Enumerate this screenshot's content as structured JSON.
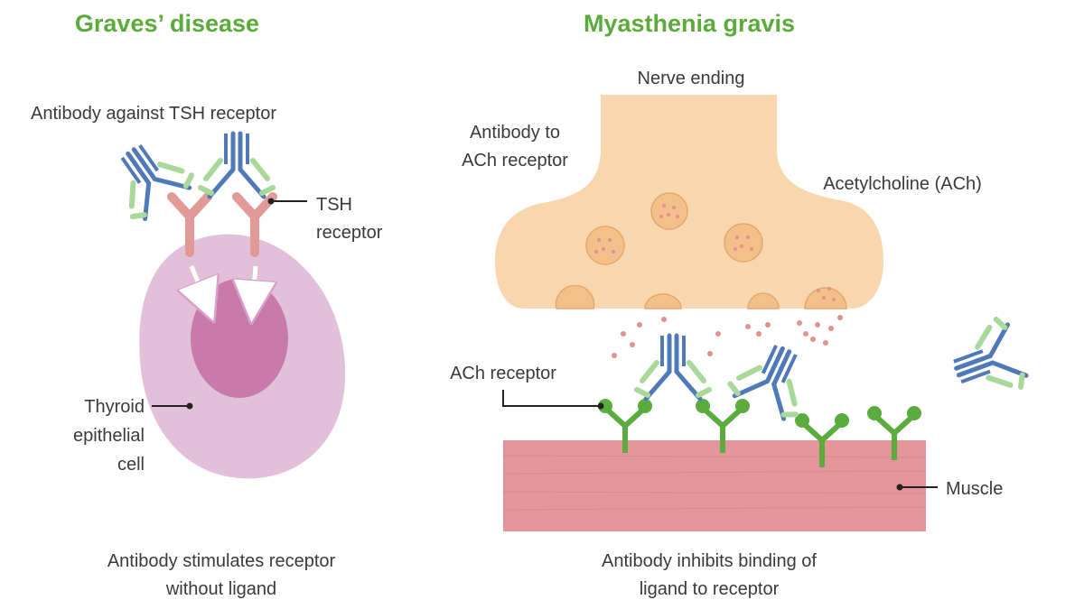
{
  "colors": {
    "title_green": "#5aab3a",
    "cell_outer": "#e3c0da",
    "cell_nucleus": "#c77aab",
    "tsh_receptor": "#e29a98",
    "antibody_heavy": "#4f79b7",
    "antibody_light": "#a8d99a",
    "nerve": "#f8d7ae",
    "vesicle": "#f3c08c",
    "ach_dot": "#e58f8f",
    "ach_receptor": "#5aac3f",
    "muscle": "#e3959a"
  },
  "graves": {
    "title": "Graves’ disease",
    "antibody_label": "Antibody against TSH receptor",
    "tsh_label_1": "TSH",
    "tsh_label_2": "receptor",
    "cell_label_1": "Thyroid",
    "cell_label_2": "epithelial",
    "cell_label_3": "cell",
    "caption_1": "Antibody stimulates receptor",
    "caption_2": "without ligand"
  },
  "myasthenia": {
    "title": "Myasthenia gravis",
    "nerve_label": "Nerve ending",
    "antibody_label_1": "Antibody to",
    "antibody_label_2": "ACh receptor",
    "ach_label": "Acetylcholine (ACh)",
    "receptor_label": "ACh receptor",
    "muscle_label": "Muscle",
    "caption_1": "Antibody inhibits binding of",
    "caption_2": "ligand to receptor"
  }
}
